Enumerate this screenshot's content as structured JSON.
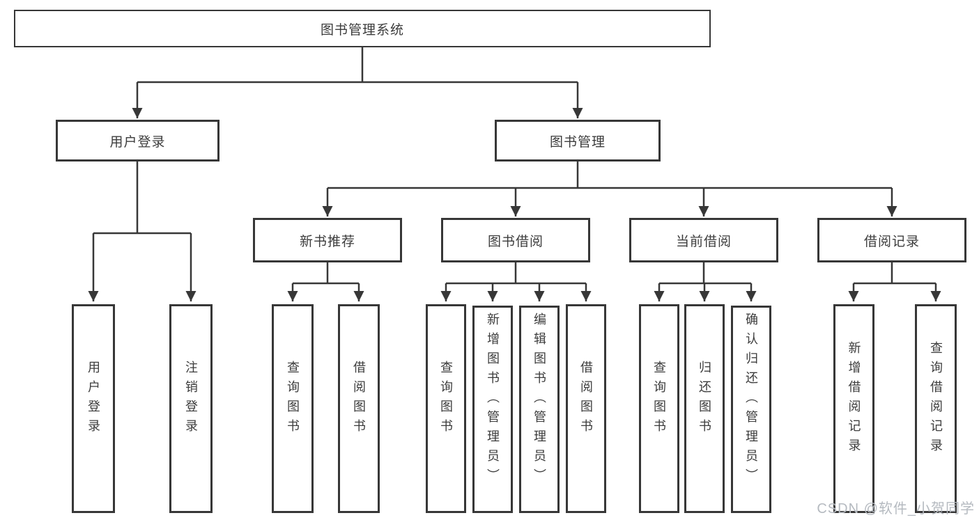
{
  "diagram": {
    "root": {
      "label": "图书管理系统"
    },
    "branches": [
      {
        "label": "用户登录",
        "children": [
          {
            "label": "用户登录"
          },
          {
            "label": "注销登录"
          }
        ]
      },
      {
        "label": "图书管理",
        "children": [
          {
            "label": "新书推荐",
            "children": [
              {
                "label": "查询图书"
              },
              {
                "label": "借阅图书"
              }
            ]
          },
          {
            "label": "图书借阅",
            "children": [
              {
                "label": "查询图书"
              },
              {
                "label": "新增图书（管理员）"
              },
              {
                "label": "编辑图书（管理员）"
              },
              {
                "label": "借阅图书"
              }
            ]
          },
          {
            "label": "当前借阅",
            "children": [
              {
                "label": "查询图书"
              },
              {
                "label": "归还图书"
              },
              {
                "label": "确认归还（管理员）"
              }
            ]
          },
          {
            "label": "借阅记录",
            "children": [
              {
                "label": "新增借阅记录"
              },
              {
                "label": "查询借阅记录"
              }
            ]
          }
        ]
      }
    ]
  },
  "watermark": {
    "text": "CSDN @软件_小贺同学"
  },
  "colors": {
    "line": "#373737",
    "text": "#3c3c3c",
    "watermark": "#b5bac0",
    "background": "#ffffff"
  }
}
